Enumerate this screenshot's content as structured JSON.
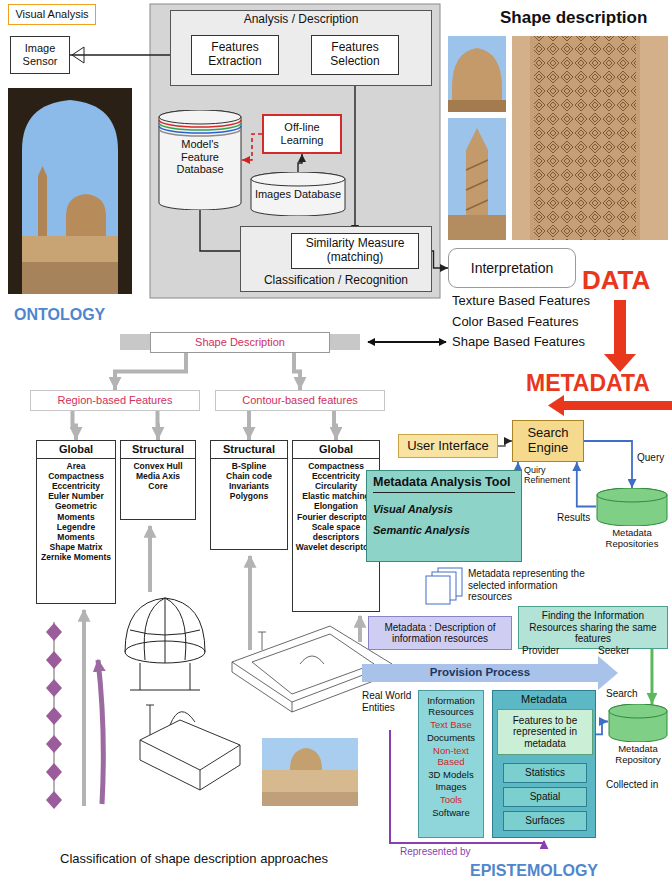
{
  "diagram": {
    "caption": "Classification of shape description approaches",
    "nodes": [
      {
        "text": [
          "Visual Analysis"
        ]
      },
      {
        "text": [
          "Image Sensor"
        ]
      },
      {
        "text": [
          "Analysis / Description"
        ]
      },
      {
        "text": [
          "Features Extraction"
        ],
        "in": 2
      },
      {
        "text": [
          "Features Selection"
        ],
        "in": 2
      },
      {
        "text": [
          "Model's Feature Database"
        ]
      },
      {
        "text": [
          "Off-line Learning"
        ]
      },
      {
        "text": [
          "Images Database"
        ]
      },
      {
        "text": [
          "Classification / Recognition"
        ]
      },
      {
        "text": [
          "Similarity Measure (matching)"
        ],
        "in": 8
      },
      {
        "text": [
          "Interpretation"
        ]
      },
      {
        "text": [
          "Shape Description"
        ]
      },
      {
        "text": [
          "Region-based Features"
        ]
      },
      {
        "text": [
          "Contour-based features"
        ]
      },
      {
        "text": [
          "Global",
          "Area",
          "Compactness",
          "Eccentricity",
          "Euler Number",
          "Geometric Moments",
          "Legendre Moments",
          "Shape Matrix",
          "Zernike Moments"
        ]
      },
      {
        "text": [
          "Structural",
          "Convex Hull",
          "Media Axis",
          "Core"
        ]
      },
      {
        "text": [
          "Structural",
          "B-Spline",
          "Chain code",
          "Invariants",
          "Polygons"
        ]
      },
      {
        "text": [
          "Global",
          "Compactness",
          "Eccentricity",
          "Circularity",
          "Elastic matching",
          "Elongation",
          "Fourier descriptors",
          "Scale space descriptors",
          "Wavelet descriptors"
        ]
      },
      {
        "text": [
          "User Interface"
        ]
      },
      {
        "text": [
          "Search Engine"
        ]
      },
      {
        "text": [
          "Metadata Repositories"
        ]
      },
      {
        "text": [
          "Metadata Analysis Tool",
          "Visual Analysis",
          "Semantic Analysis"
        ]
      },
      {
        "text": [
          "Metadata : Description of information resources"
        ]
      },
      {
        "text": [
          "Finding the Information Resources sharing the same features"
        ]
      },
      {
        "text": [
          "Provision Process"
        ]
      },
      {
        "text": [
          "Information Resources",
          "Text Base",
          "Documents",
          "Non-text Based",
          "3D Models",
          "Images",
          "Tools",
          "Software"
        ]
      },
      {
        "text": [
          "Metadata"
        ]
      },
      {
        "text": [
          "Features to be represented in metadata"
        ],
        "in": 26
      },
      {
        "text": [
          "Statistics"
        ],
        "in": 26
      },
      {
        "text": [
          "Spatial"
        ],
        "in": 26
      },
      {
        "text": [
          "Surfaces"
        ],
        "in": 26
      },
      {
        "text": [
          "Metadata Repository"
        ]
      }
    ],
    "edges": [
      {
        "from": 1,
        "to": 3,
        "arrow": "to"
      },
      {
        "from": 3,
        "to": 4,
        "arrow": "to"
      },
      {
        "from": 4,
        "to": 9,
        "arrow": "to"
      },
      {
        "from": 5,
        "to": 9,
        "arrow": "to"
      },
      {
        "from": 7,
        "to": 6,
        "arrow": "to"
      },
      {
        "from": 6,
        "to": 5,
        "arrow": "to"
      },
      {
        "from": 9,
        "to": 10,
        "arrow": "to"
      },
      {
        "from": 11,
        "to": 12,
        "arrow": "to"
      },
      {
        "from": 11,
        "to": 13,
        "arrow": "to"
      },
      {
        "from": 12,
        "to": 14,
        "arrow": "to"
      },
      {
        "from": 12,
        "to": 15,
        "arrow": "to"
      },
      {
        "from": 13,
        "to": 16,
        "arrow": "to"
      },
      {
        "from": 13,
        "to": 17,
        "arrow": "to"
      },
      {
        "from": 18,
        "to": 19,
        "arrow": "to"
      },
      {
        "from": 19,
        "to": 20,
        "arrow": "to"
      },
      {
        "from": 20,
        "to": 19,
        "arrow": "to"
      },
      {
        "from": 21,
        "to": 19,
        "arrow": "to"
      },
      {
        "from": 26,
        "to": 31,
        "arrow": "to"
      },
      {
        "from": 23,
        "to": 31,
        "arrow": "to"
      }
    ],
    "labels": [
      "Shape description",
      "DATA",
      "Texture Based Features",
      "Color Based Features",
      "Shape Based Features",
      "ONTOLOGY",
      "METADATA",
      "Query",
      "Results",
      "Quiry Refinement",
      "Metadata representing the selected information resources",
      "Provider",
      "Seeker",
      "Search",
      "Real World Entities",
      "Collected in",
      "Represented by",
      "EPISTEMOLOGY"
    ]
  }
}
